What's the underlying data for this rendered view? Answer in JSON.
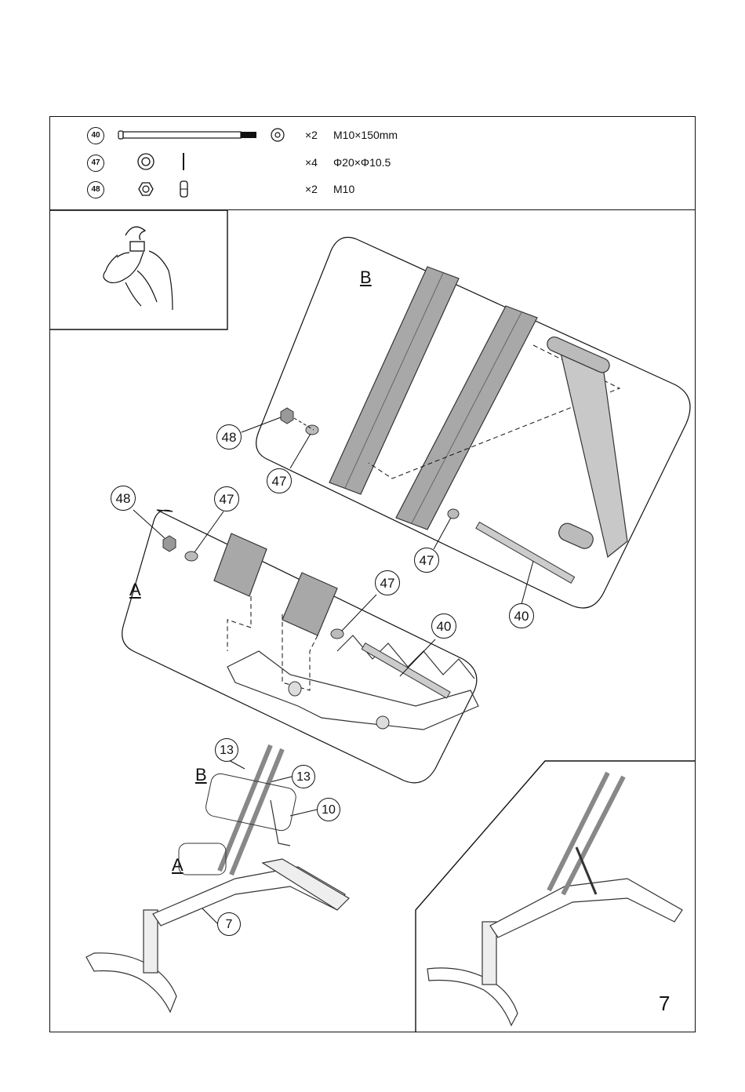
{
  "parts": [
    {
      "num": "40",
      "qty": "×2",
      "spec": "M10×150mm",
      "icon": "bolt-icon"
    },
    {
      "num": "47",
      "qty": "×4",
      "spec": "Φ20×Φ10.5",
      "icon": "washer-icon"
    },
    {
      "num": "48",
      "qty": "×2",
      "spec": "M10",
      "icon": "nut-icon"
    }
  ],
  "detail_b": {
    "label": "B",
    "callouts": [
      "48",
      "47",
      "47",
      "40"
    ]
  },
  "detail_a": {
    "label": "A",
    "callouts": [
      "48",
      "47",
      "47",
      "40"
    ]
  },
  "overview": {
    "label_a": "A",
    "label_b": "B",
    "callouts": [
      "13",
      "13",
      "10",
      "7"
    ]
  },
  "page_number": "7"
}
